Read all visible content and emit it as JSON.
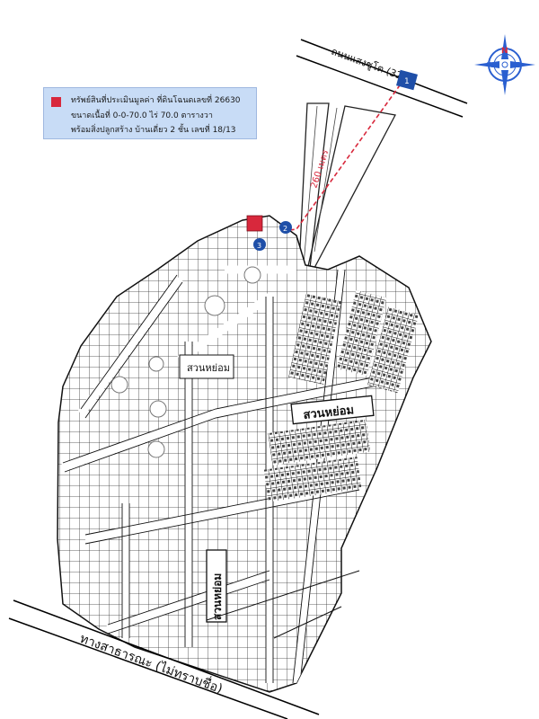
{
  "legend": {
    "line1": "ทรัพย์สินที่ประเมินมูลค่า ที่ดินโฉนดเลขที่ 26630",
    "line2": "ขนาดเนื้อที่ 0-0-70.0 ไร่ 70.0 ตารางวา",
    "line3": "พร้อมสิ่งปลูกสร้าง บ้านเดี่ยว 2 ชั้น เลขที่ 18/13",
    "marker_color": "#d8283c"
  },
  "map": {
    "road_top_label": "ถนนแสงชูโต (323)",
    "distance_label": "260 เมตร",
    "park_label_1": "สวนหย่อม",
    "park_label_2": "สวนหย่อม",
    "park_label_3": "สวนหย่อม",
    "public_road_label": "ทางสาธารณะ (ไม่ทราบชื่อ)",
    "markers": [
      "1",
      "2",
      "3"
    ],
    "marker_color": "#1f4fa8",
    "route_color": "#d8283c"
  },
  "compass": {
    "north": "N",
    "south": "S",
    "east": "E",
    "west": "W",
    "accent": "#2a5fd0",
    "north_color": "#d8283c"
  }
}
